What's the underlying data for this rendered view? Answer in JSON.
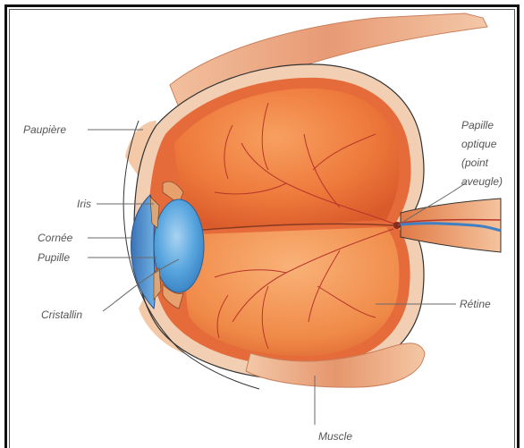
{
  "labels": {
    "paupiere": "Paupière",
    "iris": "Iris",
    "cornee": "Cornée",
    "pupille": "Pupille",
    "cristallin": "Cristallin",
    "papille_line1": "Papille",
    "papille_line2": "optique",
    "papille_line3": "(point",
    "papille_line4": "aveugle)",
    "retine": "Rétine",
    "muscle": "Muscle"
  },
  "colors": {
    "sclera_orange": "#e8703a",
    "vitreous_orange": "#f0843f",
    "muscle_salmon": "#eba07a",
    "lens_blue": "#4f9fd8",
    "cornea_blue": "#3f7fc4",
    "vessel_red": "#b8352a"
  }
}
